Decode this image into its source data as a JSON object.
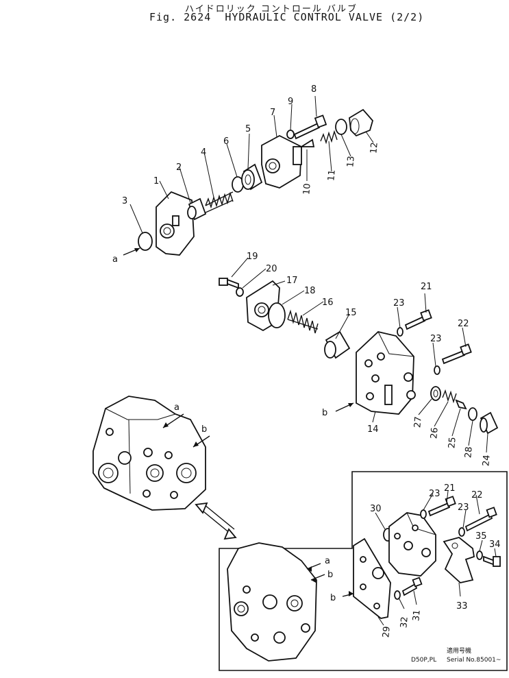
{
  "header": {
    "title_jp": "ハイドロリック コントロール バルブ",
    "fig_number": "Fig. 2624",
    "title_en": "HYDRAULIC CONTROL VALVE (2/2)"
  },
  "labels": {
    "p1": "1",
    "p2": "2",
    "p3": "3",
    "p4": "4",
    "p5": "5",
    "p6": "6",
    "p7": "7",
    "p8": "8",
    "p9": "9",
    "p10": "10",
    "p11": "11",
    "p12": "12",
    "p13": "13",
    "p14": "14",
    "p15": "15",
    "p16": "16",
    "p17": "17",
    "p18": "18",
    "p19": "19",
    "p20": "20",
    "p21": "21",
    "p22": "22",
    "p23a": "23",
    "p23b": "23",
    "p24": "24",
    "p25": "25",
    "p26": "26",
    "p27": "27",
    "p28": "28",
    "i21": "21",
    "i22": "22",
    "i23a": "23",
    "i23b": "23",
    "p29": "29",
    "p30": "30",
    "p31": "31",
    "p32": "32",
    "p33": "33",
    "p34": "34",
    "p35": "35",
    "ref_a1": "a",
    "ref_b1": "b",
    "ref_a2": "a",
    "ref_b2": "b",
    "ref_a3": "a",
    "ref_b3": "b",
    "ref_b4": "b"
  },
  "footer": {
    "model": "D50P,PL",
    "serial_heading": "適用号機",
    "serial": "Serial No.85001~"
  }
}
